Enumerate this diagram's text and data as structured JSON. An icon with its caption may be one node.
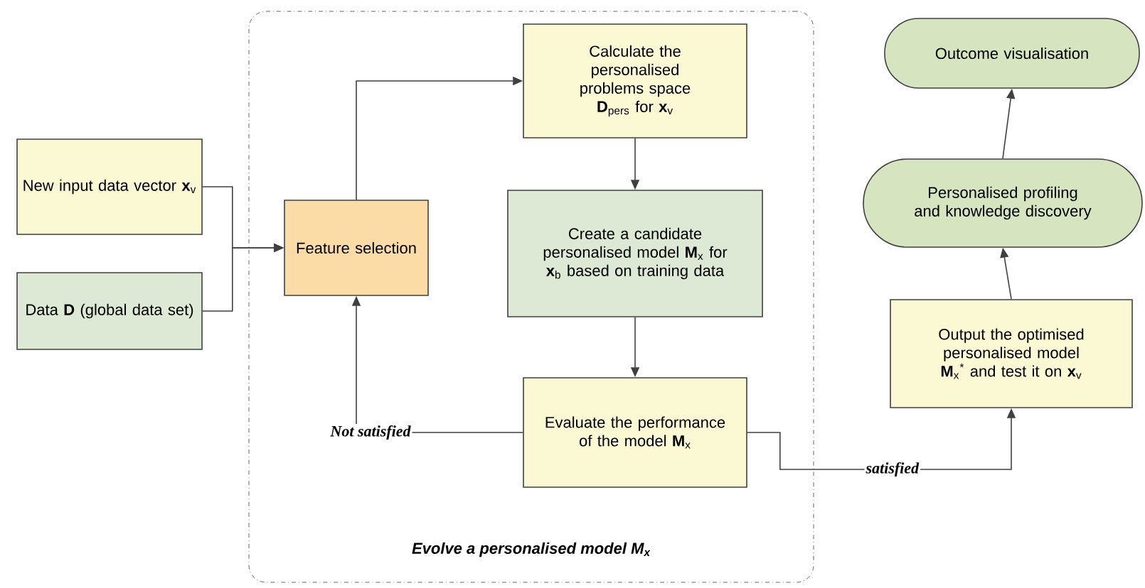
{
  "diagram": {
    "nodes": [
      {
        "text": [
          "Evolve a personalised model M$_{x}$"
        ]
      },
      {
        "text": [
          "New input data vector **x**$_{v}$"
        ]
      },
      {
        "text": [
          "Data **D** (global data set)"
        ]
      },
      {
        "text": [
          "Feature selection"
        ],
        "in": 0
      },
      {
        "text": [
          "Calculate the personalised problems space **D**$_{pers}$ for **x**$_{v}$"
        ],
        "in": 0
      },
      {
        "text": [
          "Create a candidate personalised model **M**$_{x}$ for **x**$_{b}$ based on training data"
        ],
        "in": 0
      },
      {
        "text": [
          "Evaluate the performance of the model **M**$_{x}$"
        ],
        "in": 0
      },
      {
        "text": [
          "Output the optimised personalised model **M**$_{x}$$^{*}$ and test it on **x**$_{v}$"
        ]
      },
      {
        "text": [
          "Personalised profiling and knowledge discovery"
        ]
      },
      {
        "text": [
          "Outcome visualisation"
        ]
      }
    ],
    "edges": [
      {
        "from": 1,
        "to": 3,
        "arrow": "to"
      },
      {
        "from": 2,
        "to": 3,
        "arrow": "to"
      },
      {
        "from": 3,
        "to": 4,
        "arrow": "to"
      },
      {
        "from": 4,
        "to": 5,
        "arrow": "to"
      },
      {
        "from": 5,
        "to": 6,
        "arrow": "to"
      },
      {
        "from": 6,
        "to": 3,
        "arrow": "to",
        "label": "Not satisfied"
      },
      {
        "from": 6,
        "to": 7,
        "arrow": "to",
        "label": "satisfied"
      },
      {
        "from": 7,
        "to": 8,
        "arrow": "to"
      },
      {
        "from": 8,
        "to": 9,
        "arrow": "to"
      }
    ]
  }
}
